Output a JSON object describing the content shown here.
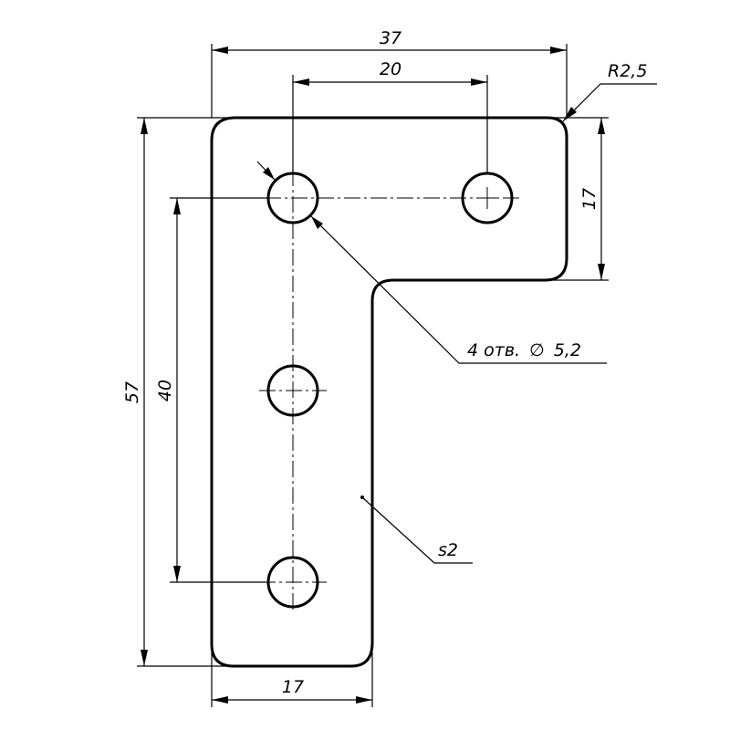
{
  "dimensions": {
    "overall_width": "37",
    "hole_spacing_horizontal": "20",
    "corner_radius": "R2,5",
    "top_arm_height": "17",
    "overall_height": "57",
    "hole_spacing_vertical": "40",
    "bottom_arm_width": "17"
  },
  "notes": {
    "holes": "4 отв.",
    "hole_diameter_symbol": "∅",
    "hole_diameter": "5,2",
    "thickness": "s2"
  },
  "colors": {
    "line": "#000000",
    "background": "#ffffff"
  }
}
